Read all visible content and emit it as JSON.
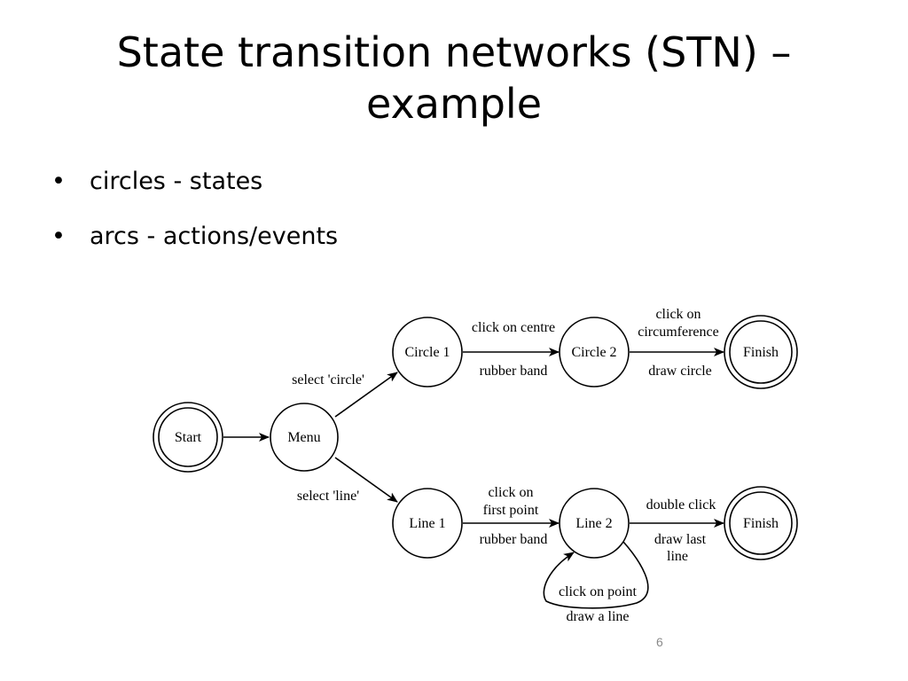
{
  "slide": {
    "title_line1": "State transition networks (STN) –",
    "title_line2": "example",
    "bullets": [
      "circles - states",
      "arcs - actions/events"
    ],
    "page_number": "6"
  },
  "diagram": {
    "states": {
      "start": "Start",
      "menu": "Menu",
      "circle1": "Circle 1",
      "circle2": "Circle 2",
      "finish_top": "Finish",
      "line1": "Line 1",
      "line2": "Line 2",
      "finish_bottom": "Finish"
    },
    "arc_labels": {
      "select_circle": "select 'circle'",
      "select_line": "select 'line'",
      "click_centre": "click on centre",
      "rubber_band_top": "rubber band",
      "click_circ_1": "click on",
      "click_circ_2": "circumference",
      "draw_circle": "draw circle",
      "click_first_1": "click on",
      "click_first_2": "first point",
      "rubber_band_bottom": "rubber band",
      "double_click": "double click",
      "draw_last_1": "draw last",
      "draw_last_2": "line",
      "click_point": "click on point",
      "draw_a_line": "draw a line"
    }
  }
}
